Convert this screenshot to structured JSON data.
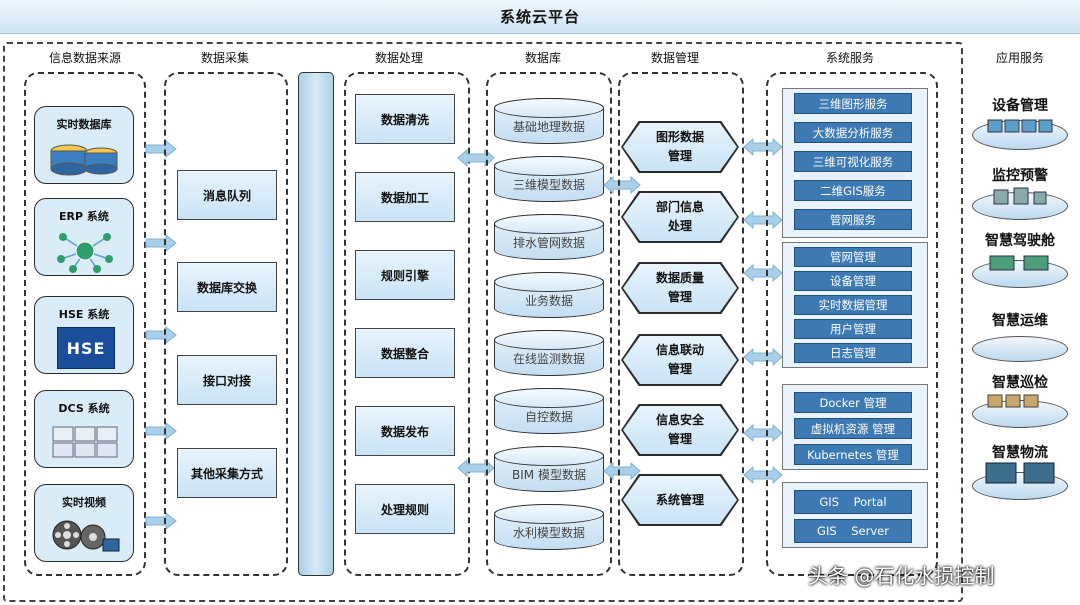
{
  "title": "系统云平台",
  "columns": {
    "sources": "信息数据来源",
    "collection": "数据采集",
    "processing": "数据处理",
    "database": "数据库",
    "management": "数据管理",
    "services": "系统服务",
    "apps": "应用服务"
  },
  "sources": [
    {
      "label": "实时数据库",
      "icon": "database-icon"
    },
    {
      "label": "ERP 系统",
      "icon": "erp-network-icon"
    },
    {
      "label": "HSE 系统",
      "icon": "hse-logo-icon",
      "badge": "HSE"
    },
    {
      "label": "DCS 系统",
      "icon": "dcs-screens-icon"
    },
    {
      "label": "实时视频",
      "icon": "film-reel-icon"
    }
  ],
  "collection": [
    "消息队列",
    "数据库交换",
    "接口对接",
    "其他采集方式"
  ],
  "processing": [
    "数据清洗",
    "数据加工",
    "规则引擎",
    "数据整合",
    "数据发布",
    "处理规则"
  ],
  "database": [
    "基础地理数据",
    "三维模型数据",
    "排水管网数据",
    "业务数据",
    "在线监测数据",
    "自控数据",
    "BIM 模型数据",
    "水利模型数据"
  ],
  "management": [
    [
      "图形数据",
      "管理"
    ],
    [
      "部门信息",
      "处理"
    ],
    [
      "数据质量",
      "管理"
    ],
    [
      "信息联动",
      "管理"
    ],
    [
      "信息安全",
      "管理"
    ],
    [
      "系统管理"
    ]
  ],
  "services": [
    [
      "三维图形服务",
      "大数据分析服务",
      "三维可视化服务",
      "二维GIS服务",
      "管网服务"
    ],
    [
      "管网管理",
      "设备管理",
      "实时数据管理",
      "用户管理",
      "日志管理"
    ],
    [
      "Docker 管理",
      "虚拟机资源 管理",
      "Kubernetes 管理"
    ],
    [
      "GIS    Portal",
      "GIS    Server"
    ]
  ],
  "apps": [
    "设备管理",
    "监控预警",
    "智慧驾驶舱",
    "智慧运维",
    "智慧巡检",
    "智慧物流"
  ],
  "credit": "头条 @石化水损控制",
  "colors": {
    "service_fill": "#3d7ab3",
    "box_fill": "#d9ecf8",
    "arrow": "#a9cfe9"
  }
}
